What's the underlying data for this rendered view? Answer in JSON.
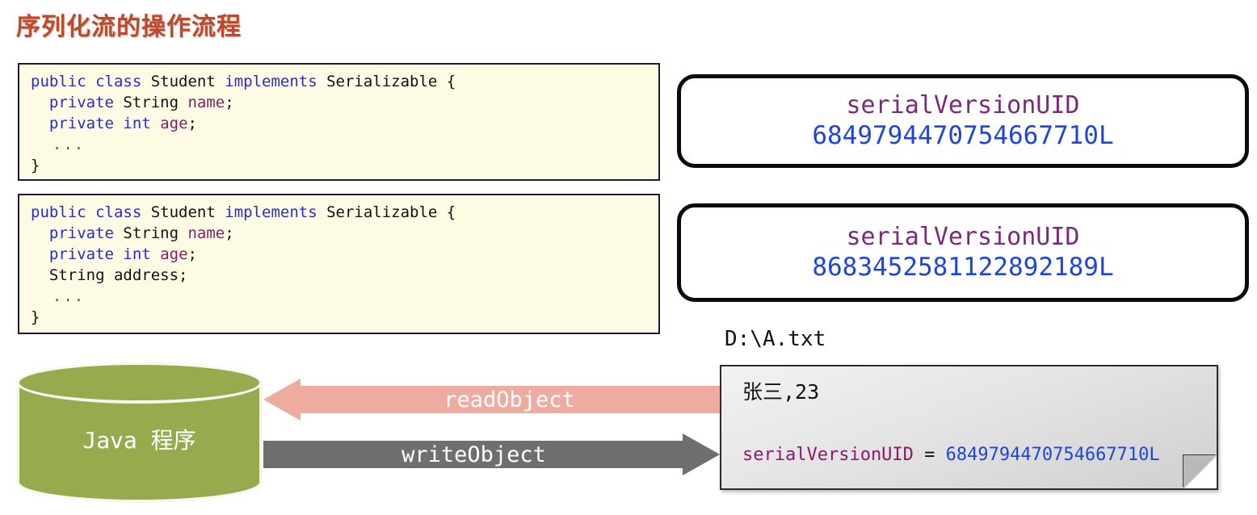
{
  "title": "序列化流的操作流程",
  "colors": {
    "title": "#c0492b",
    "code_bg": "#fdfbe4",
    "code_border": "#1a1a3a",
    "keyword": "#2a2ad0",
    "field": "#8b1a6b",
    "uid_label": "#7b2a7b",
    "uid_value": "#1f45d8",
    "cylinder": "#96ab4e",
    "read_arrow": "#eeaba0",
    "write_arrow": "#6f6f6f",
    "file_box_bg": "#e6e6e6"
  },
  "code_blocks": [
    {
      "name": "student-class-v1",
      "lines": [
        {
          "tokens": [
            {
              "t": "public",
              "c": "kw"
            },
            {
              "t": " ",
              "c": "plain"
            },
            {
              "t": "class",
              "c": "kw"
            },
            {
              "t": " Student ",
              "c": "plain"
            },
            {
              "t": "implements",
              "c": "kw"
            },
            {
              "t": " Serializable {",
              "c": "plain"
            }
          ]
        },
        {
          "tokens": [
            {
              "t": "  ",
              "c": "plain"
            },
            {
              "t": "private",
              "c": "kw"
            },
            {
              "t": " String ",
              "c": "plain"
            },
            {
              "t": "name",
              "c": "field"
            },
            {
              "t": ";",
              "c": "plain"
            }
          ]
        },
        {
          "tokens": [
            {
              "t": "  ",
              "c": "plain"
            },
            {
              "t": "private",
              "c": "kw"
            },
            {
              "t": " ",
              "c": "plain"
            },
            {
              "t": "int",
              "c": "kw"
            },
            {
              "t": " ",
              "c": "plain"
            },
            {
              "t": "age",
              "c": "field"
            },
            {
              "t": ";",
              "c": "plain"
            }
          ]
        },
        {
          "tokens": [
            {
              "t": "  ...",
              "c": "dots"
            }
          ]
        },
        {
          "tokens": [
            {
              "t": "}",
              "c": "plain"
            }
          ]
        }
      ]
    },
    {
      "name": "student-class-v2",
      "lines": [
        {
          "tokens": [
            {
              "t": "public",
              "c": "kw"
            },
            {
              "t": " ",
              "c": "plain"
            },
            {
              "t": "class",
              "c": "kw"
            },
            {
              "t": " Student ",
              "c": "plain"
            },
            {
              "t": "implements",
              "c": "kw"
            },
            {
              "t": " Serializable {",
              "c": "plain"
            }
          ]
        },
        {
          "tokens": [
            {
              "t": "  ",
              "c": "plain"
            },
            {
              "t": "private",
              "c": "kw"
            },
            {
              "t": " String ",
              "c": "plain"
            },
            {
              "t": "name",
              "c": "field"
            },
            {
              "t": ";",
              "c": "plain"
            }
          ]
        },
        {
          "tokens": [
            {
              "t": "  ",
              "c": "plain"
            },
            {
              "t": "private",
              "c": "kw"
            },
            {
              "t": " ",
              "c": "plain"
            },
            {
              "t": "int",
              "c": "kw"
            },
            {
              "t": " ",
              "c": "plain"
            },
            {
              "t": "age",
              "c": "field"
            },
            {
              "t": ";",
              "c": "plain"
            }
          ]
        },
        {
          "tokens": [
            {
              "t": "  String address;",
              "c": "plain"
            }
          ]
        },
        {
          "tokens": [
            {
              "t": "  ...",
              "c": "dots"
            }
          ]
        },
        {
          "tokens": [
            {
              "t": "}",
              "c": "plain"
            }
          ]
        }
      ]
    }
  ],
  "uid_boxes": [
    {
      "label": "serialVersionUID",
      "value": "6849794470754667710L"
    },
    {
      "label": "serialVersionUID",
      "value": "8683452581122892189L"
    }
  ],
  "file": {
    "path": "D:\\A.txt",
    "line1": "张三,23",
    "uid_name": "serialVersionUID",
    "uid_eq": " = ",
    "uid_value": "6849794470754667710L"
  },
  "cylinder": {
    "label": "Java 程序"
  },
  "arrows": {
    "read": {
      "label": "readObject",
      "direction": "left"
    },
    "write": {
      "label": "writeObject",
      "direction": "right"
    }
  }
}
